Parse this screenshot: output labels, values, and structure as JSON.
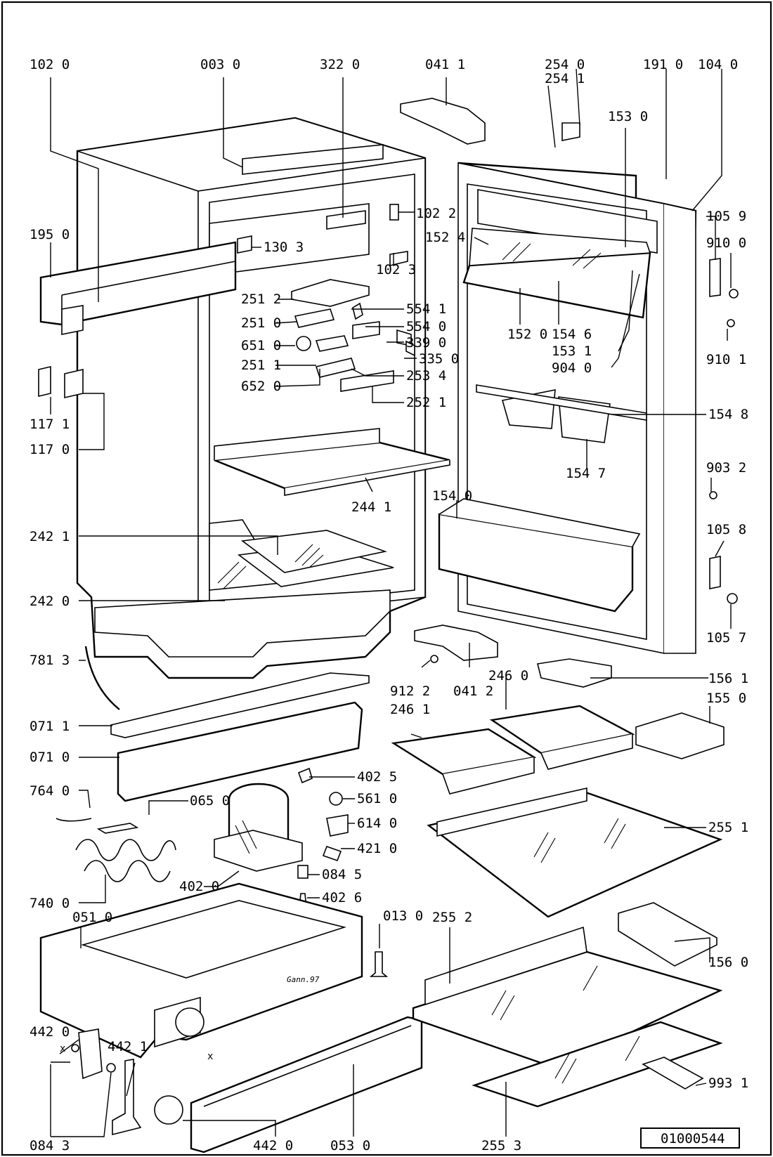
{
  "document_number": "01000544",
  "artist_mark": "Gann.97",
  "callouts": [
    {
      "label": "102 0"
    },
    {
      "label": "003 0"
    },
    {
      "label": "322 0"
    },
    {
      "label": "041 1"
    },
    {
      "label": "254 0"
    },
    {
      "label": "254 1"
    },
    {
      "label": "191 0"
    },
    {
      "label": "104 0"
    },
    {
      "label": "153 0"
    },
    {
      "label": "195 0"
    },
    {
      "label": "130 3"
    },
    {
      "label": "102 2"
    },
    {
      "label": "152 4"
    },
    {
      "label": "105 9"
    },
    {
      "label": "910 0"
    },
    {
      "label": "102 3"
    },
    {
      "label": "251 2"
    },
    {
      "label": "554 1"
    },
    {
      "label": "251 0"
    },
    {
      "label": "554 0"
    },
    {
      "label": "651 0"
    },
    {
      "label": "339 0"
    },
    {
      "label": "335 0"
    },
    {
      "label": "251 1"
    },
    {
      "label": "253 4"
    },
    {
      "label": "652 0"
    },
    {
      "label": "252 1"
    },
    {
      "label": "152 0"
    },
    {
      "label": "154 6"
    },
    {
      "label": "153 1"
    },
    {
      "label": "904 0"
    },
    {
      "label": "910 1"
    },
    {
      "label": "117 1"
    },
    {
      "label": "117 0"
    },
    {
      "label": "154 8"
    },
    {
      "label": "154 7"
    },
    {
      "label": "903 2"
    },
    {
      "label": "244 1"
    },
    {
      "label": "154 0"
    },
    {
      "label": "242 1"
    },
    {
      "label": "105 8"
    },
    {
      "label": "242 0"
    },
    {
      "label": "105 7"
    },
    {
      "label": "781 3"
    },
    {
      "label": "912 2"
    },
    {
      "label": "041 2"
    },
    {
      "label": "246 0"
    },
    {
      "label": "156 1"
    },
    {
      "label": "246 1"
    },
    {
      "label": "155 0"
    },
    {
      "label": "071 1"
    },
    {
      "label": "071 0"
    },
    {
      "label": "402 5"
    },
    {
      "label": "764 0"
    },
    {
      "label": "065 0"
    },
    {
      "label": "561 0"
    },
    {
      "label": "614 0"
    },
    {
      "label": "255 1"
    },
    {
      "label": "421 0"
    },
    {
      "label": "402 0"
    },
    {
      "label": "084 5"
    },
    {
      "label": "402 6"
    },
    {
      "label": "740 0"
    },
    {
      "label": "255 2"
    },
    {
      "label": "051 0"
    },
    {
      "label": "013 0"
    },
    {
      "label": "156 0"
    },
    {
      "label": "442 0"
    },
    {
      "label": "442 1"
    },
    {
      "label": "993 1"
    },
    {
      "label": "084 3"
    },
    {
      "label": "442 0"
    },
    {
      "label": "053 0"
    },
    {
      "label": "255 3"
    },
    {
      "label": "x"
    },
    {
      "label": "x"
    }
  ]
}
